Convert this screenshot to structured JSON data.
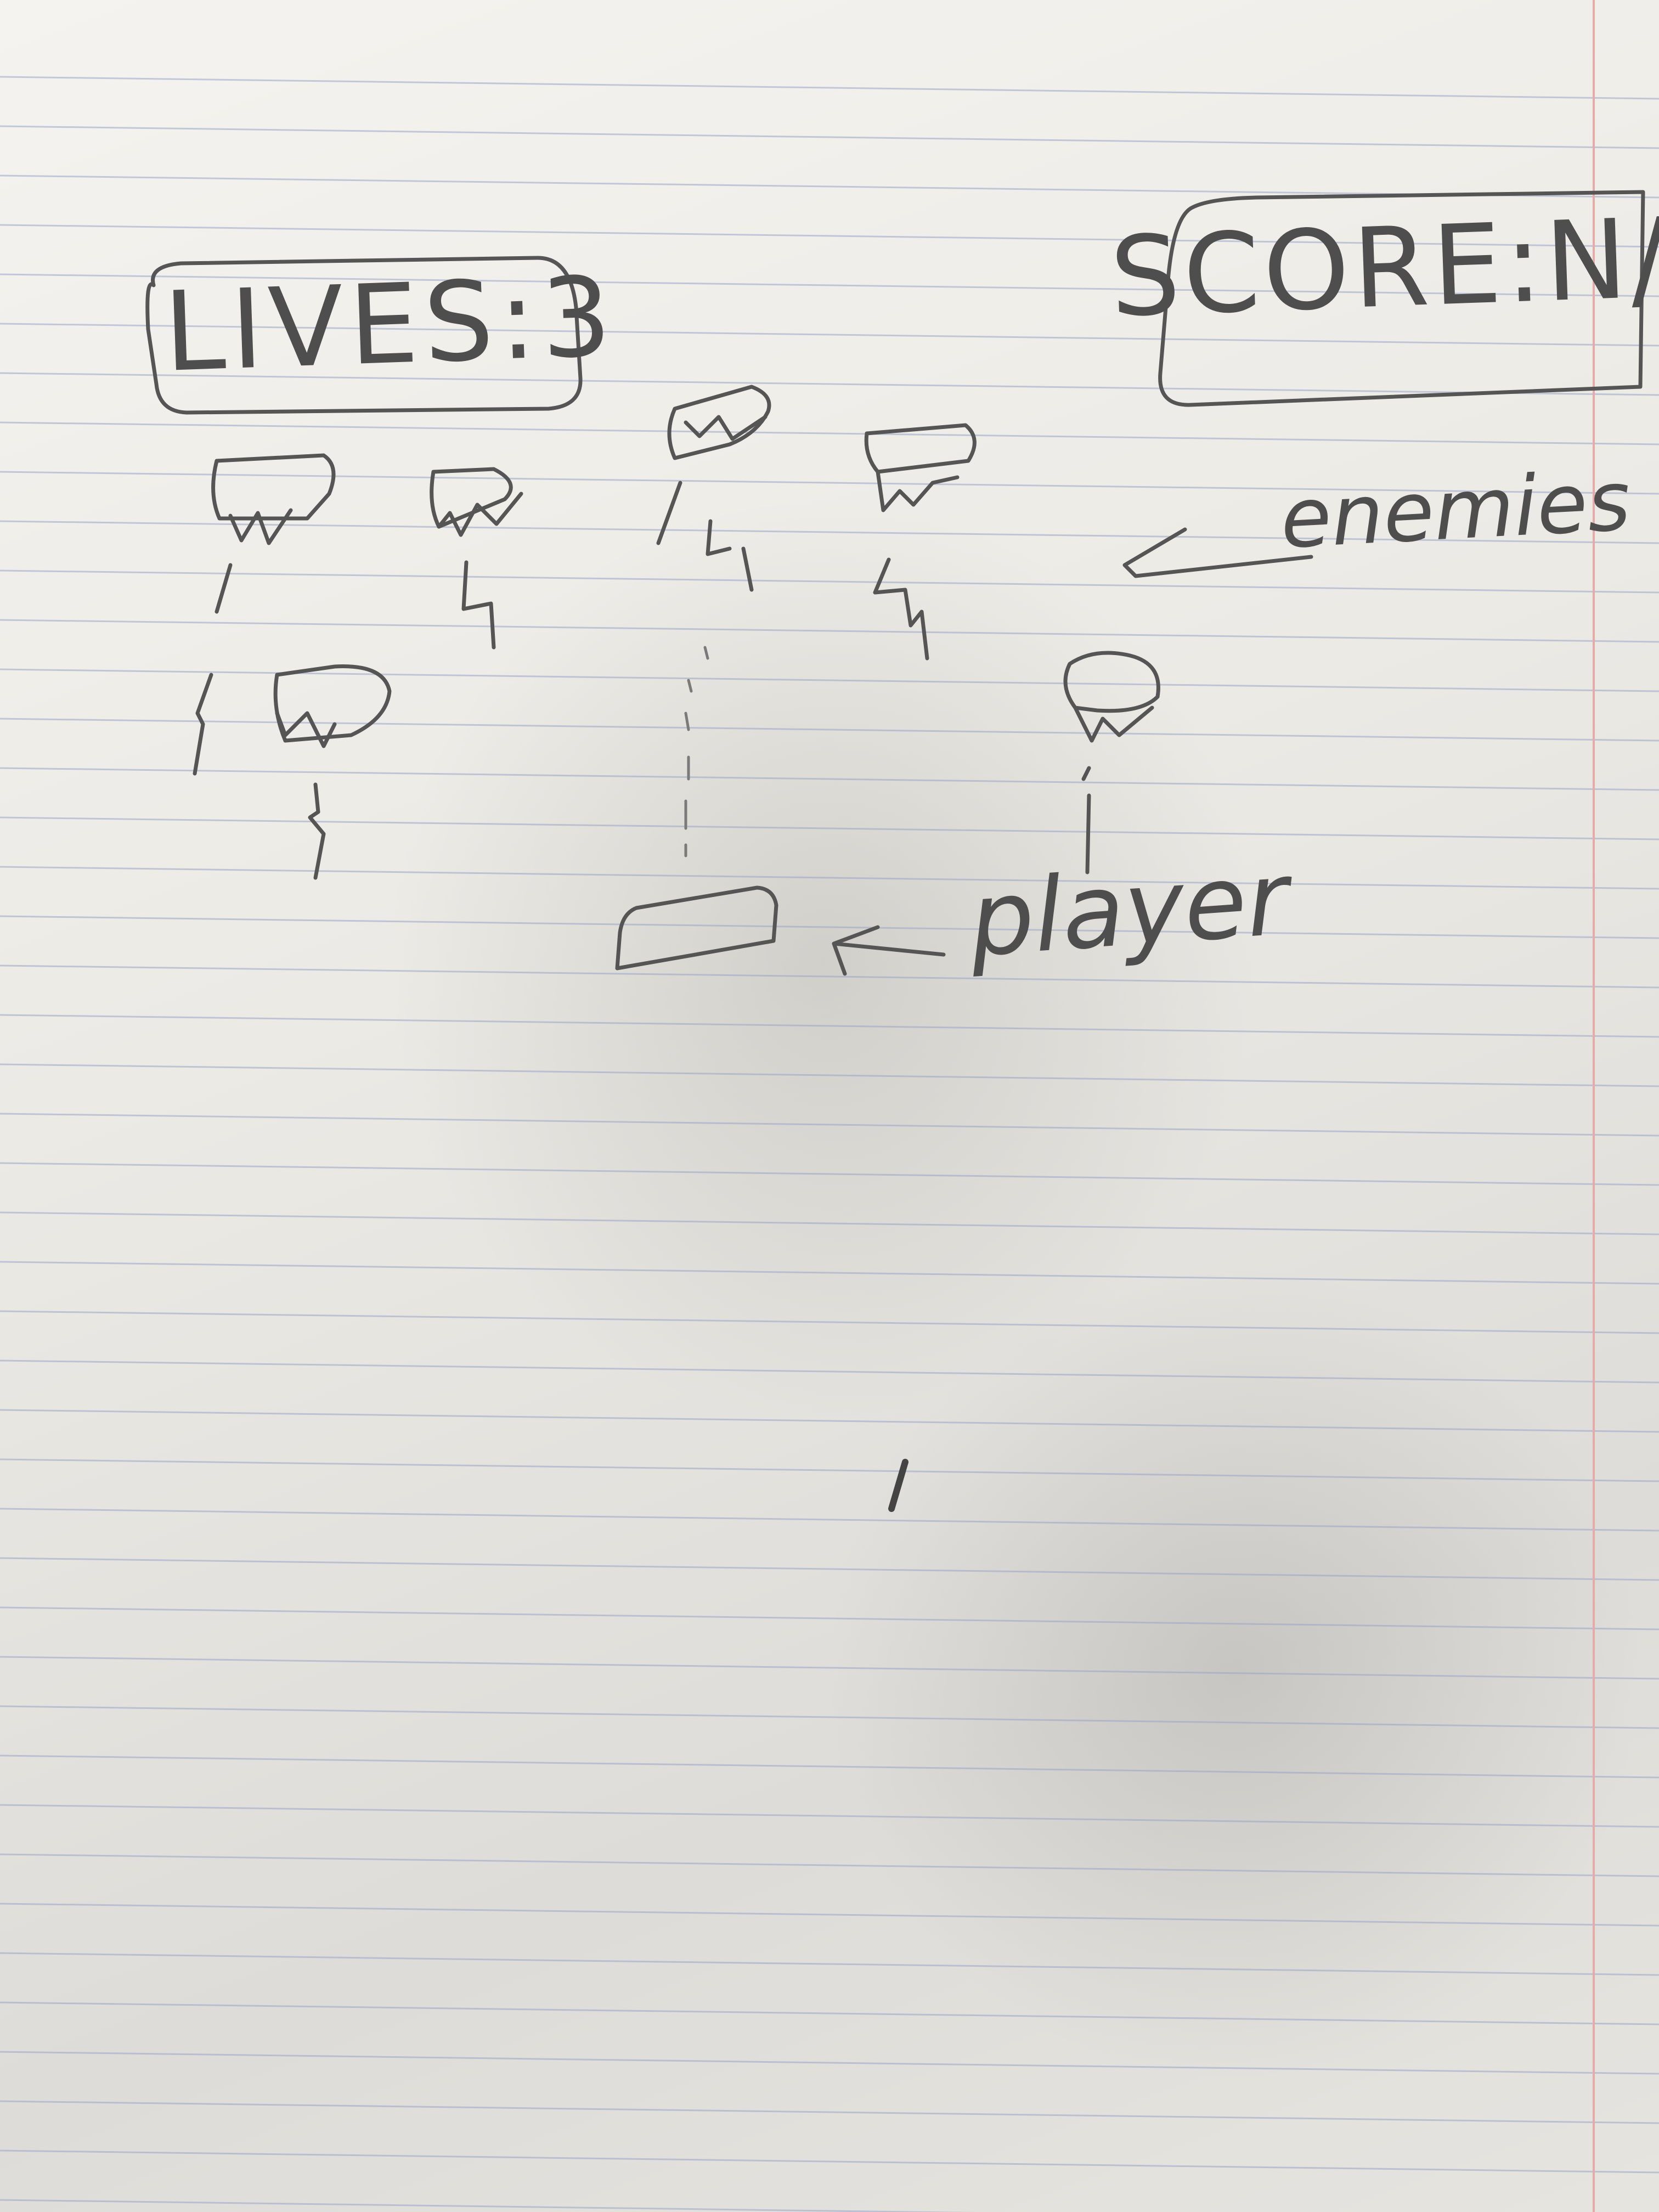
{
  "colors": {
    "paper": "#efede9",
    "rule_line": "#9aa6c8",
    "margin_line": "#e8a9a9",
    "pencil": "#555555"
  },
  "hud": {
    "lives": "LIVES:3",
    "score": "SCORE:N/A"
  },
  "labels": {
    "enemies": "enemies",
    "player": "player"
  },
  "counts": {
    "enemies": 6,
    "players": 1
  }
}
